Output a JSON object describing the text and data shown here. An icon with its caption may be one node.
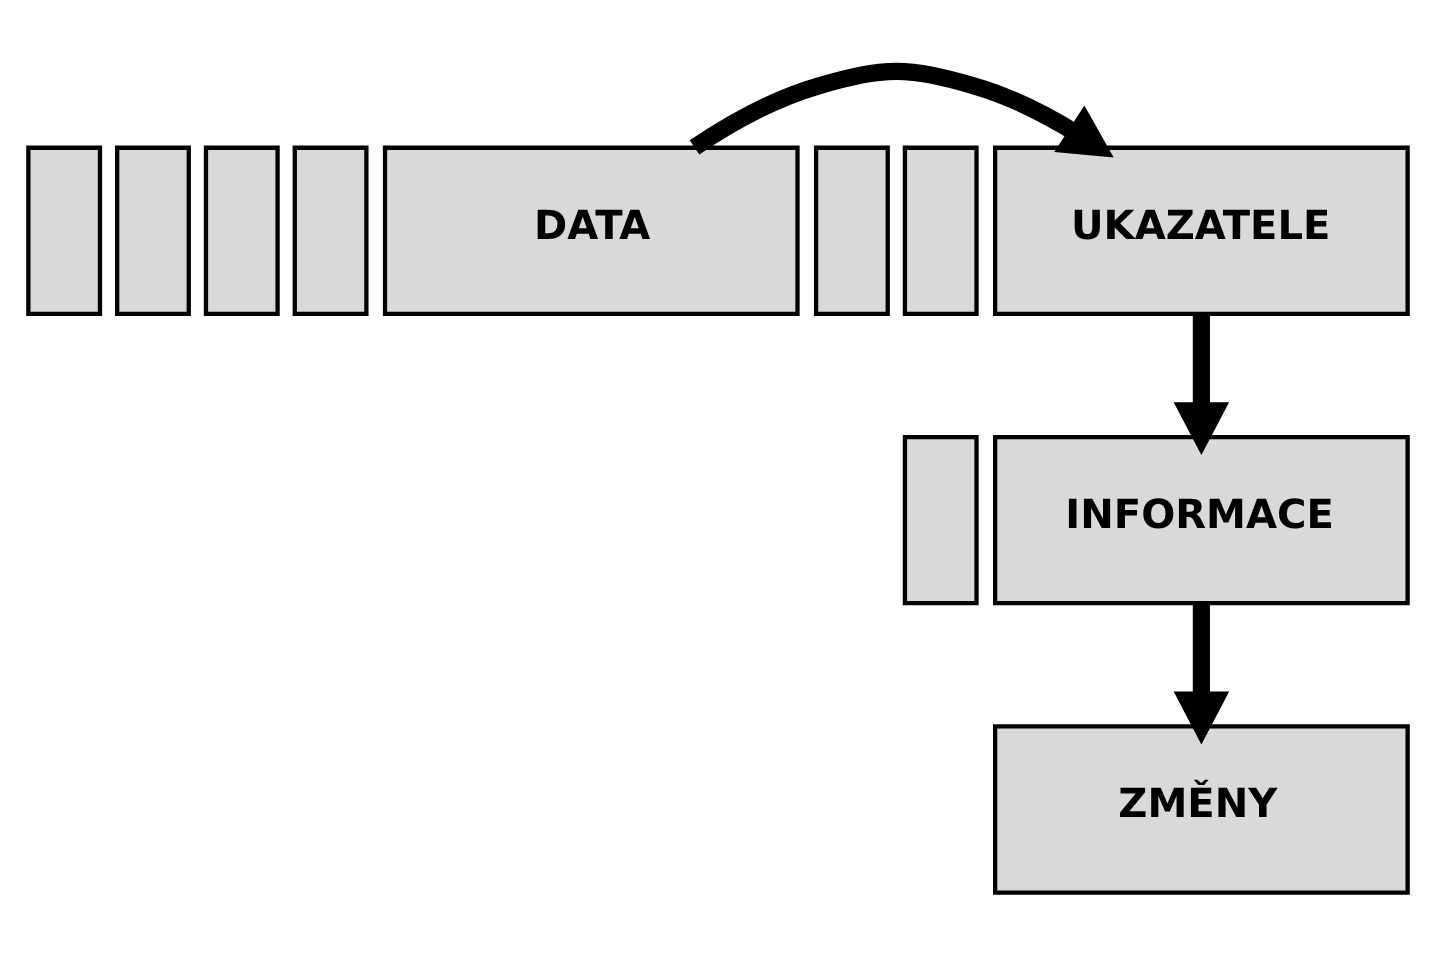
{
  "diagram": {
    "nodes": [
      {
        "text": [],
        "shape": "box"
      },
      {
        "text": [],
        "shape": "box"
      },
      {
        "text": [],
        "shape": "box"
      },
      {
        "text": [],
        "shape": "box"
      },
      {
        "text": [
          "DATA"
        ]
      },
      {
        "text": [],
        "shape": "box"
      },
      {
        "text": [],
        "shape": "box"
      },
      {
        "text": [
          "UKAZATELE"
        ]
      },
      {
        "text": [],
        "shape": "box"
      },
      {
        "text": [
          "INFORMACE"
        ]
      },
      {
        "text": [
          "ZMĚNY"
        ]
      }
    ],
    "edges": [
      {
        "from": 4,
        "to": 7,
        "arrow": "to"
      },
      {
        "from": 7,
        "to": 9,
        "arrow": "to"
      },
      {
        "from": 9,
        "to": 10,
        "arrow": "to"
      }
    ]
  }
}
